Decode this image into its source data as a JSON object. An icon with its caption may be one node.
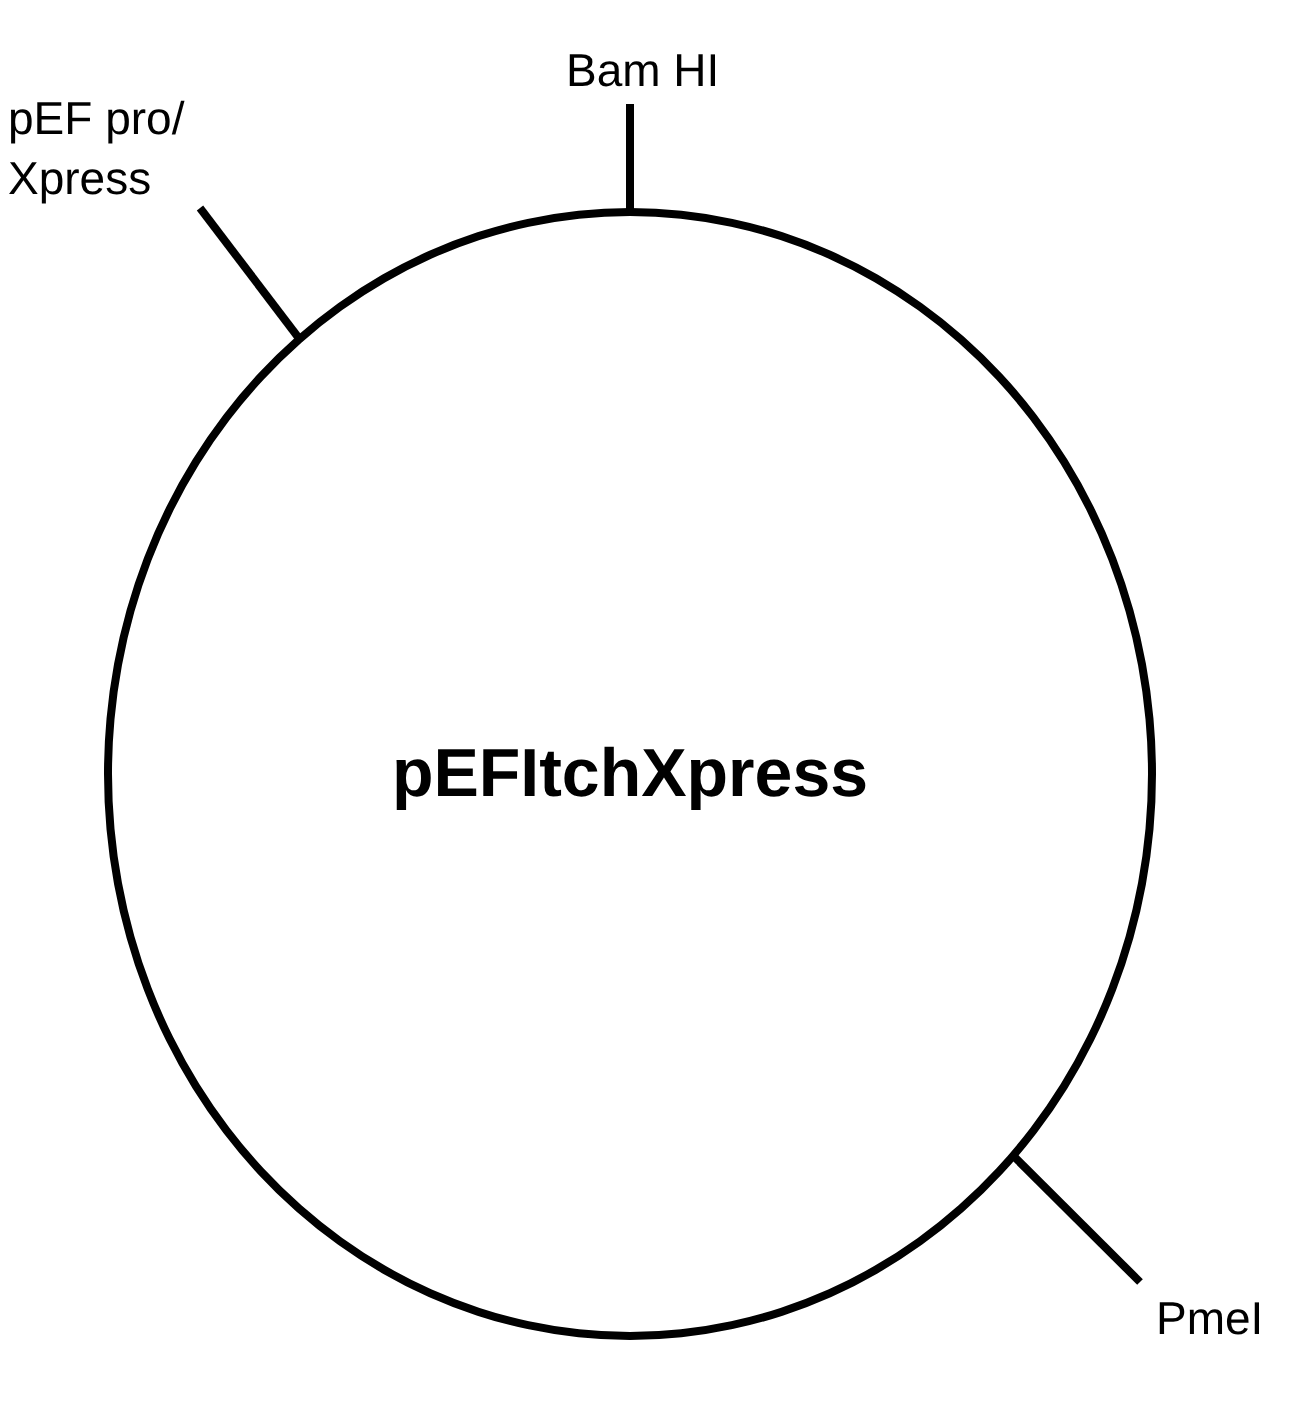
{
  "diagram": {
    "nodes": [
      {
        "text": [
          "pEFItchXpress"
        ]
      },
      {
        "text": [
          "pEF pro/ Xpress"
        ]
      },
      {
        "text": [
          "Bam HI"
        ]
      },
      {
        "text": [
          "PmeI"
        ]
      }
    ],
    "edges": [
      {
        "from": 1,
        "to": 0,
        "arrow": "none"
      },
      {
        "from": 2,
        "to": 0,
        "arrow": "none"
      },
      {
        "from": 3,
        "to": 0,
        "arrow": "none"
      }
    ]
  }
}
